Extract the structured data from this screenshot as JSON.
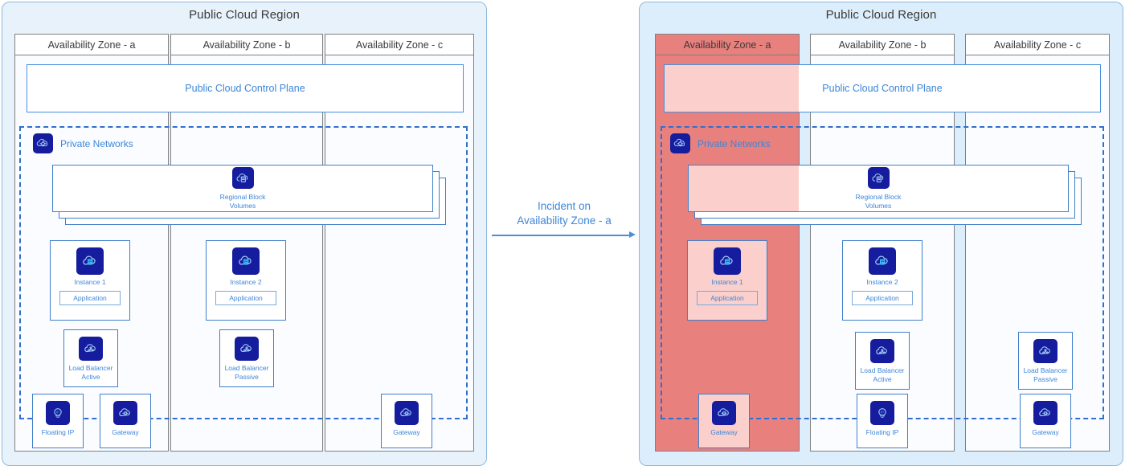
{
  "diagram": {
    "title_left": "Public Cloud Region",
    "title_right": "Public Cloud Region",
    "transition_label_line1": "Incident on",
    "transition_label_line2": "Availability Zone - a",
    "control_plane_label": "Public Cloud Control Plane",
    "private_networks_label": "Private Networks",
    "volumes_label_line1": "Regional Block",
    "volumes_label_line2": "Volumes",
    "application_label": "Application",
    "zone_a_label": "Availability Zone - a",
    "zone_b_label": "Availability Zone - b",
    "zone_c_label": "Availability Zone - c"
  },
  "colors": {
    "region_border": "#8db8e0",
    "region_bg_left": "#e7f2fb",
    "region_bg_right": "#dceefb",
    "zone_border": "#808080",
    "zone_bg": "#fafcff",
    "accent_blue": "#3d86d8",
    "dashed_blue": "#2f6fd0",
    "icon_navy": "#151c9e",
    "failure_red": "#e8807d",
    "failure_tint": "#fbcfcb",
    "card_border": "#3f7fc8"
  },
  "left_panel": {
    "state": "normal",
    "zones": [
      {
        "id": "a",
        "label": "Availability Zone - a",
        "failed": false,
        "nodes": [
          {
            "name": "Instance 1",
            "icon": "cloud-instance-icon",
            "has_app": true
          },
          {
            "name": "Load Balancer\nActive",
            "icon": "cloud-load-balancer-icon",
            "has_app": false
          },
          {
            "name": "Floating IP",
            "icon": "floating-ip-icon",
            "has_app": false
          },
          {
            "name": "Gateway",
            "icon": "cloud-gateway-icon",
            "has_app": false
          }
        ]
      },
      {
        "id": "b",
        "label": "Availability Zone - b",
        "failed": false,
        "nodes": [
          {
            "name": "Instance 2",
            "icon": "cloud-instance-icon",
            "has_app": true
          },
          {
            "name": "Load Balancer\nPassive",
            "icon": "cloud-load-balancer-icon",
            "has_app": false
          }
        ]
      },
      {
        "id": "c",
        "label": "Availability Zone - c",
        "failed": false,
        "nodes": [
          {
            "name": "Gateway",
            "icon": "cloud-gateway-icon",
            "has_app": false
          }
        ]
      }
    ]
  },
  "right_panel": {
    "state": "incident-on-zone-a",
    "zones": [
      {
        "id": "a",
        "label": "Availability Zone - a",
        "failed": true,
        "nodes": [
          {
            "name": "Instance 1",
            "icon": "cloud-instance-icon",
            "has_app": true
          },
          {
            "name": "Gateway",
            "icon": "cloud-gateway-icon",
            "has_app": false
          }
        ]
      },
      {
        "id": "b",
        "label": "Availability Zone - b",
        "failed": false,
        "nodes": [
          {
            "name": "Instance 2",
            "icon": "cloud-instance-icon",
            "has_app": true
          },
          {
            "name": "Load Balancer\nActive",
            "icon": "cloud-load-balancer-icon",
            "has_app": false
          },
          {
            "name": "Floating IP",
            "icon": "floating-ip-icon",
            "has_app": false
          }
        ]
      },
      {
        "id": "c",
        "label": "Availability Zone - c",
        "failed": false,
        "nodes": [
          {
            "name": "Load Balancer\nPassive",
            "icon": "cloud-load-balancer-icon",
            "has_app": false
          },
          {
            "name": "Gateway",
            "icon": "cloud-gateway-icon",
            "has_app": false
          }
        ]
      }
    ]
  },
  "labels": {
    "instance_1": "Instance 1",
    "instance_2": "Instance 2",
    "lb_active_l1": "Load Balancer",
    "lb_active_l2": "Active",
    "lb_passive_l1": "Load Balancer",
    "lb_passive_l2": "Passive",
    "floating_ip": "Floating IP",
    "gateway": "Gateway"
  }
}
